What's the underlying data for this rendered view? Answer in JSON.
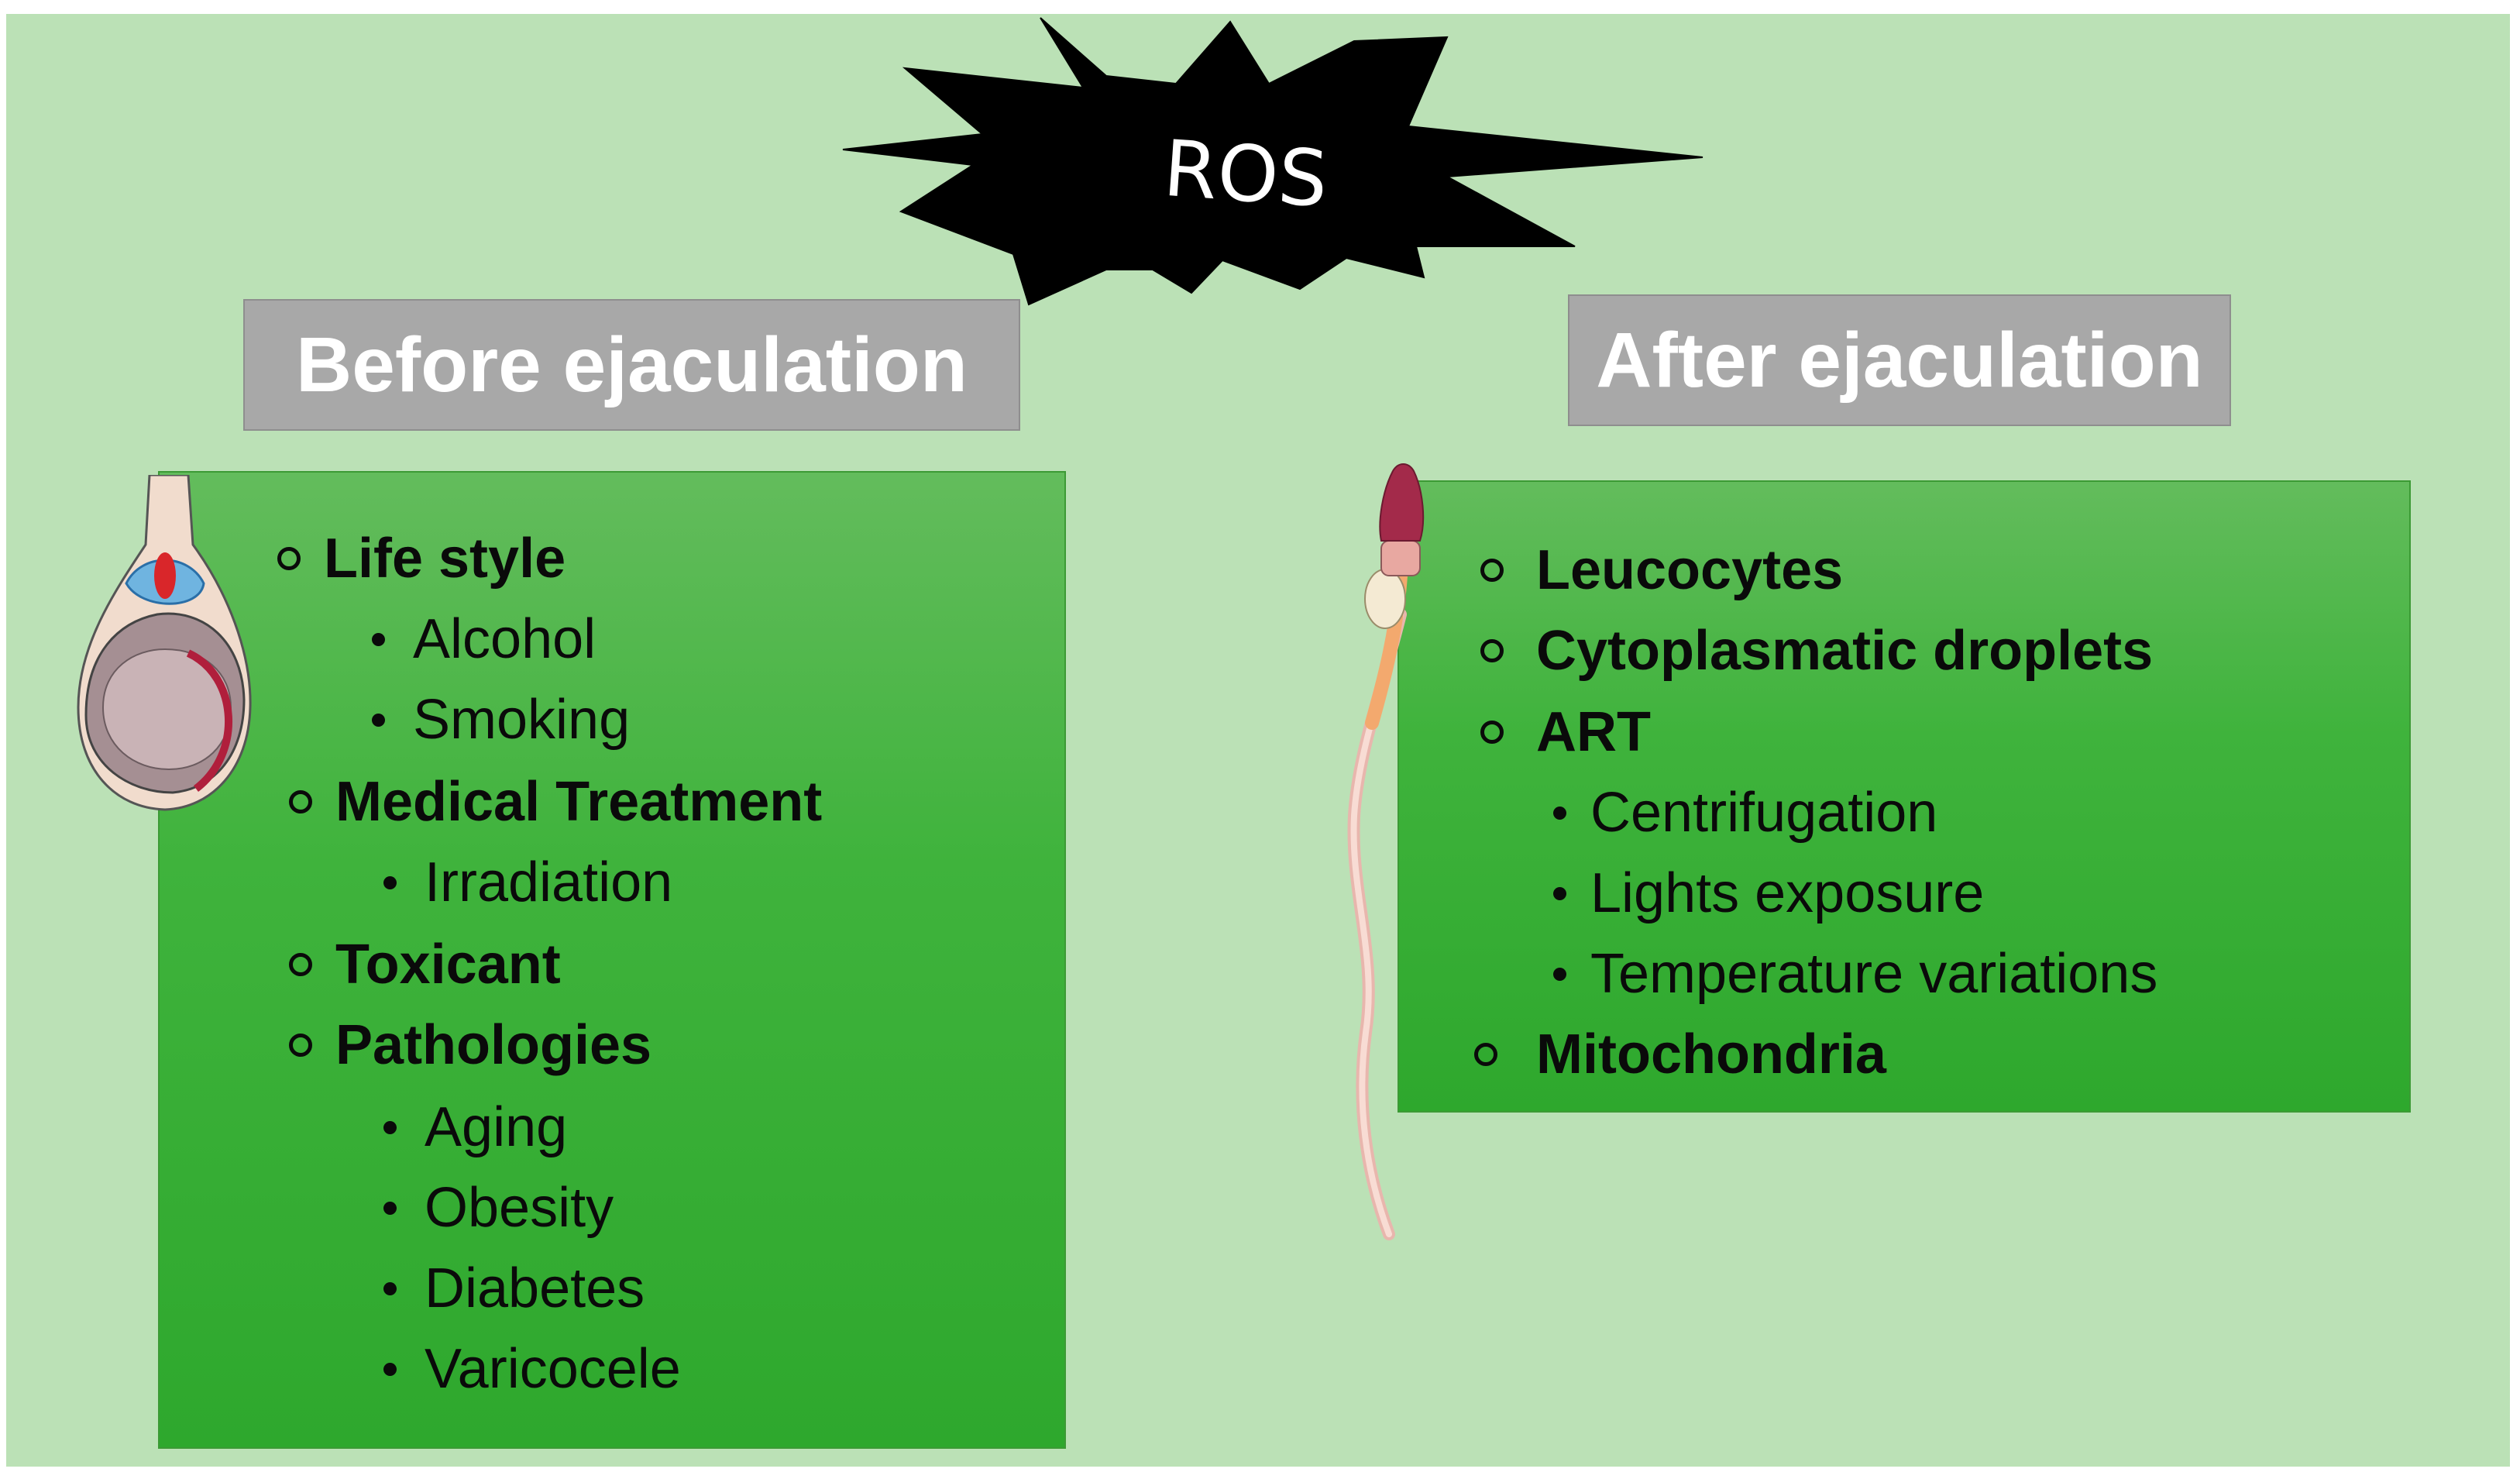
{
  "burst": {
    "label": "ROS"
  },
  "before": {
    "title": "Before ejaculation",
    "items": [
      {
        "label": "Life style",
        "level": 1
      },
      {
        "label": "Alcohol",
        "level": 2
      },
      {
        "label": "Smoking",
        "level": 2
      },
      {
        "label": "Medical Treatment",
        "level": 1
      },
      {
        "label": "Irradiation",
        "level": 2
      },
      {
        "label": "Toxicant",
        "level": 1
      },
      {
        "label": "Pathologies",
        "level": 1
      },
      {
        "label": "Aging",
        "level": 2
      },
      {
        "label": "Obesity",
        "level": 2
      },
      {
        "label": "Diabetes",
        "level": 2
      },
      {
        "label": "Varicocele",
        "level": 2
      }
    ]
  },
  "after": {
    "title": "After ejaculation",
    "items": [
      {
        "label": "Leucocytes",
        "level": 1
      },
      {
        "label": "Cytoplasmatic droplets",
        "level": 1
      },
      {
        "label": "ART",
        "level": 1
      },
      {
        "label": "Centrifugation",
        "level": 2
      },
      {
        "label": "Lights exposure",
        "level": 2
      },
      {
        "label": "Temperature variations",
        "level": 2
      },
      {
        "label": "Mitochondria",
        "level": 1
      }
    ]
  },
  "icons": [
    "testis-icon",
    "sperm-cell-icon",
    "starburst-icon"
  ],
  "colors": {
    "background": "#bbe1b6",
    "panel_green": "#3fb33c",
    "header_gray": "#a8a8a8",
    "burst": "#000000",
    "header_text": "#ffffff"
  }
}
